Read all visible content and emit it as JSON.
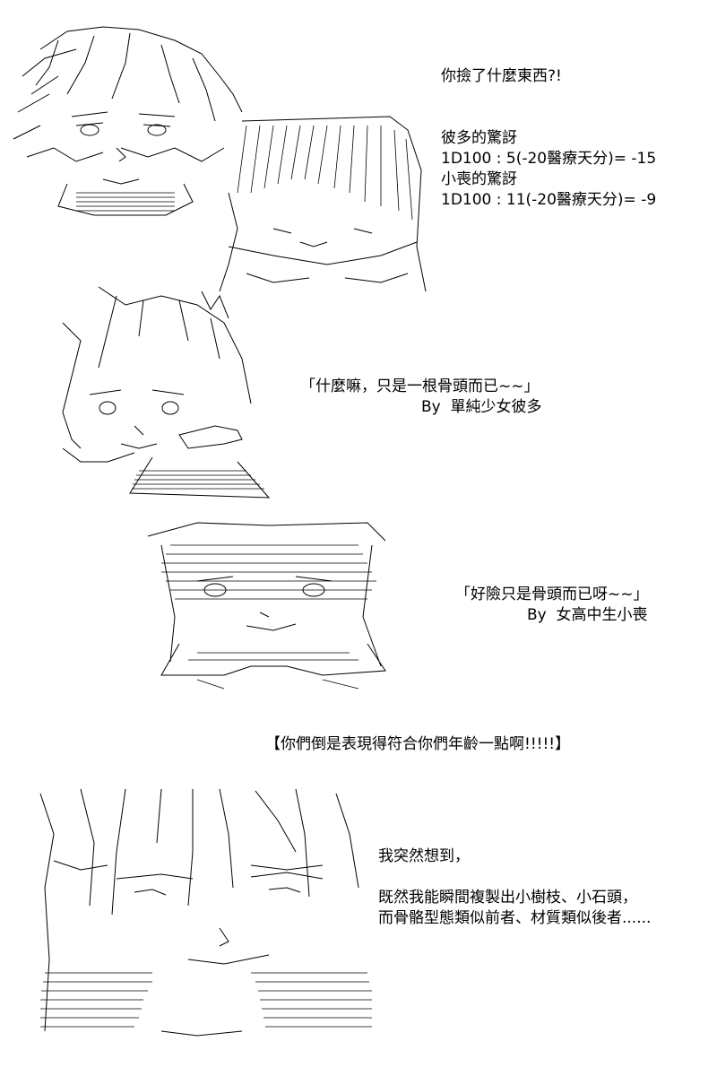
{
  "panel1": {
    "line1": "你撿了什麼東西?!",
    "line2": "彼多的驚訝",
    "line3": "1D100 : 5(-20醫療天分)= -15",
    "line4": "小喪的驚訝",
    "line5": "1D100 : 11(-20醫療天分)= -9"
  },
  "panel2": {
    "quote": "「什麼嘛，只是一根骨頭而已~~」",
    "by": "By  單純少女彼多"
  },
  "panel3": {
    "quote": "「好險只是骨頭而已呀~~」",
    "by": "By  女高中生小喪"
  },
  "narration": {
    "text": "【你們倒是表現得符合你們年齡一點啊!!!!!】"
  },
  "panel4": {
    "line1": "我突然想到，",
    "line2": "既然我能瞬間複製出小樹枝、小石頭，",
    "line3": "而骨骼型態類似前者、材質類似後者......"
  }
}
